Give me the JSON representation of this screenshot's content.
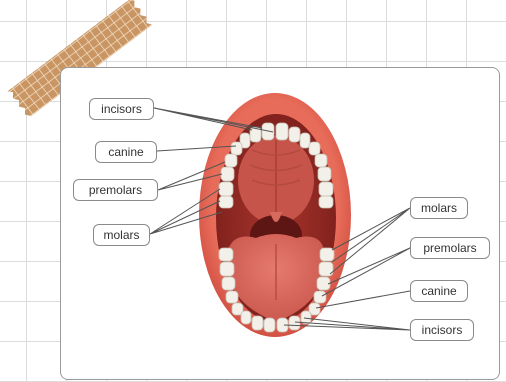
{
  "labels": {
    "left": [
      "incisors",
      "canine",
      "premolars",
      "molars"
    ],
    "right": [
      "molars",
      "premolars",
      "canine",
      "incisors"
    ]
  },
  "colors": {
    "tape": "#c99663",
    "lips": "#d85a4a",
    "mouth_interior": "#8e2722",
    "tongue": "#d9655a",
    "teeth": "#f3f0ea",
    "leader_lines": "#555555"
  }
}
